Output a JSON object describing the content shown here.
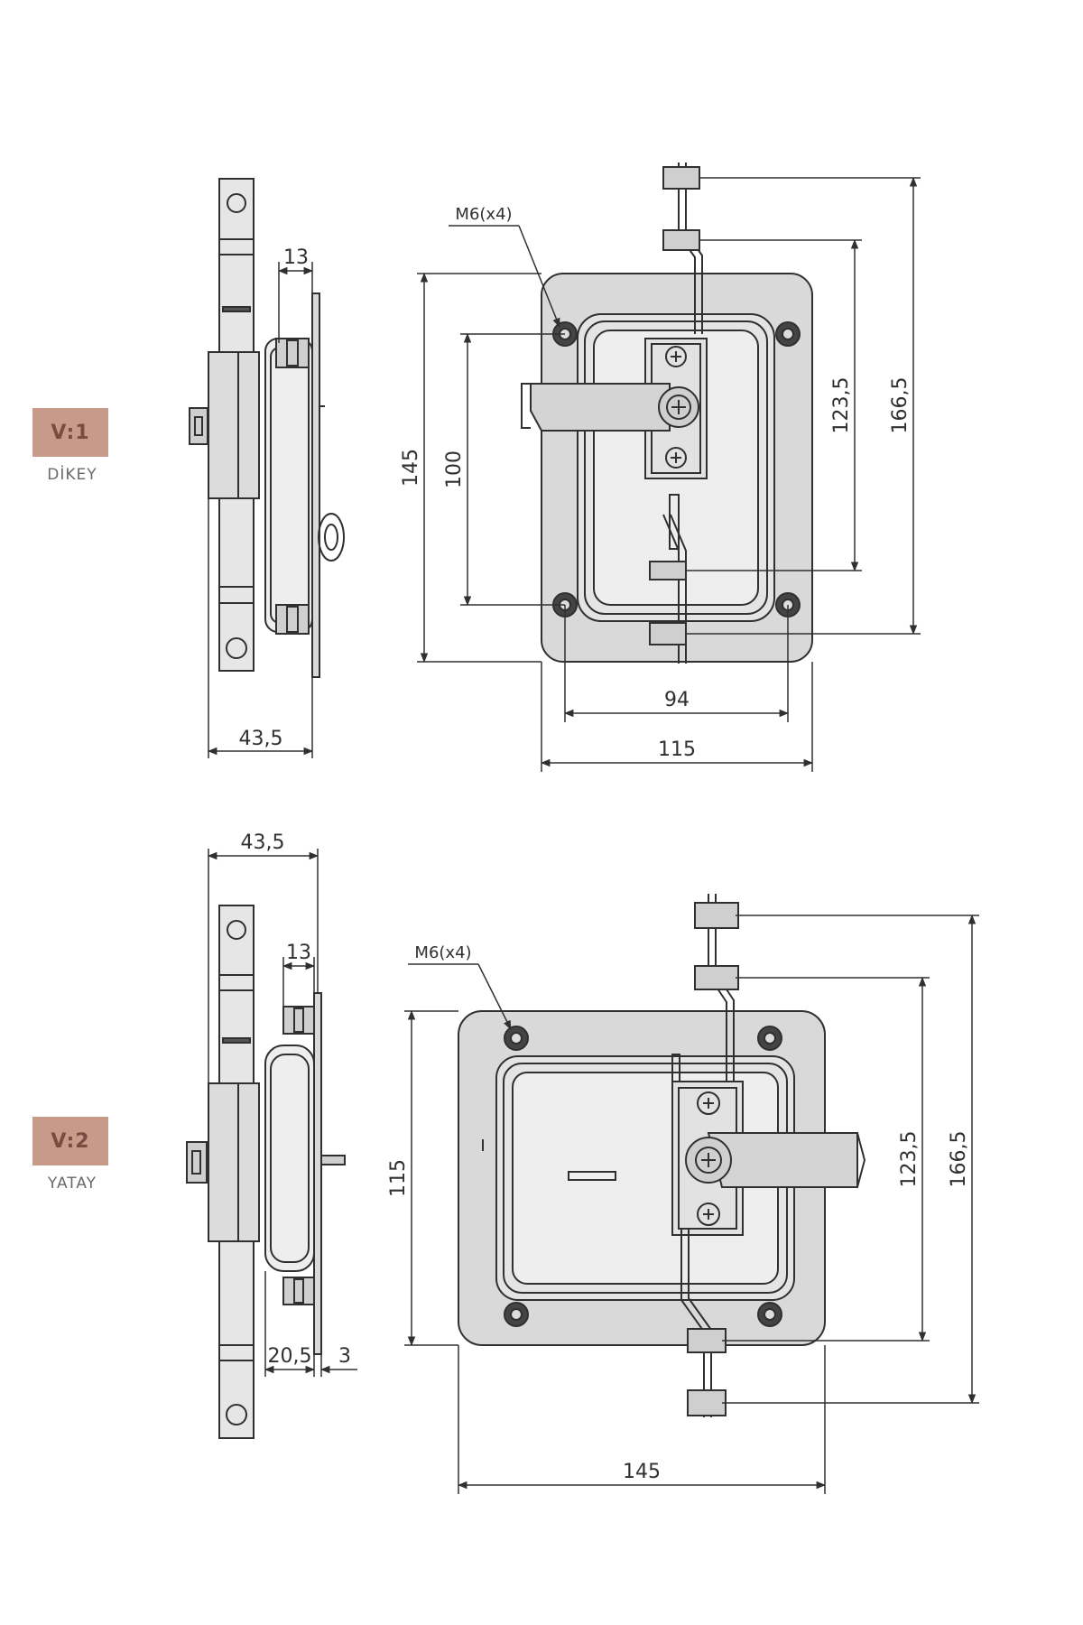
{
  "views": [
    {
      "badge": "V:1",
      "caption": "DİKEY",
      "note": "M6(x4)",
      "dims": {
        "side_width": "43,5",
        "side_depth": "13",
        "plate_height": "145",
        "hole_spacing_v": "100",
        "hole_spacing_h": "94",
        "plate_width": "115",
        "rod_inner": "123,5",
        "rod_outer": "166,5"
      }
    },
    {
      "badge": "V:2",
      "caption": "YATAY",
      "note": "M6(x4)",
      "dims": {
        "side_width": "43,5",
        "side_depth": "13",
        "side_offset": "20,5",
        "side_plate": "3",
        "plate_height": "115",
        "plate_width": "145",
        "rod_inner": "123,5",
        "rod_outer": "166,5"
      }
    }
  ],
  "colors": {
    "badge_bg": "#c79a8a",
    "badge_text": "#7a4b40",
    "line": "#303030",
    "plate_fill": "#d9d9d9",
    "part_fill": "#e8e8e8"
  }
}
